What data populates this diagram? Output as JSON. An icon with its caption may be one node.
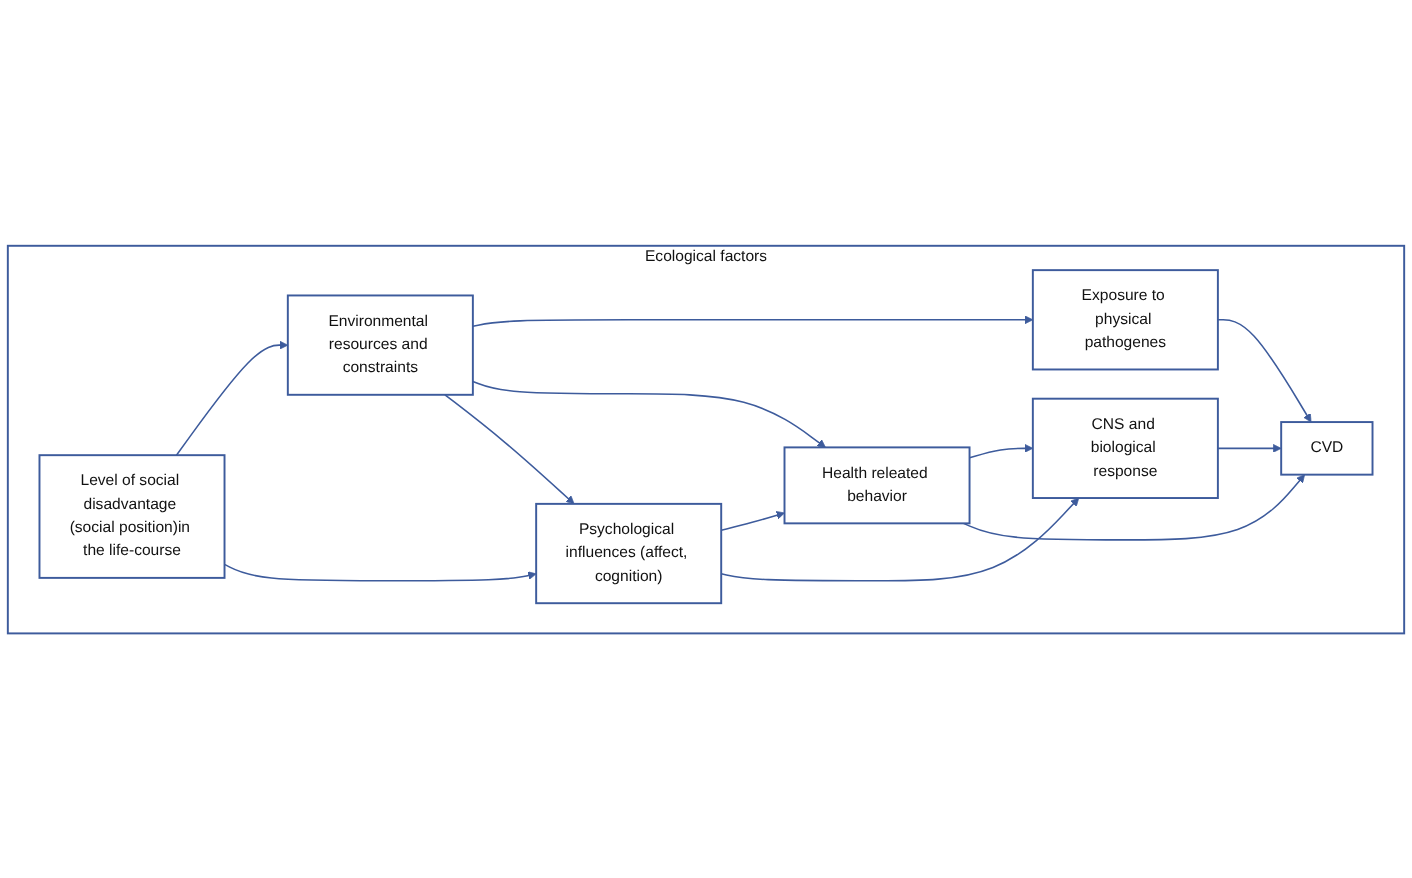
{
  "diagram": {
    "nodes": [
      {
        "text": [
          "Ecological factors"
        ]
      },
      {
        "text": [
          "Level of social disadvantage (social position)in the life-course"
        ],
        "in": 0
      },
      {
        "text": [
          "Environmental resources and constraints"
        ],
        "in": 0
      },
      {
        "text": [
          "Exposure to physical pathogenes"
        ],
        "in": 0
      },
      {
        "text": [
          "Psychological influences (affect, cognition)"
        ],
        "in": 0
      },
      {
        "text": [
          "Health releated behavior"
        ],
        "in": 0
      },
      {
        "text": [
          "CNS and biological response"
        ],
        "in": 0
      },
      {
        "text": [
          "CVD"
        ],
        "in": 0
      }
    ],
    "edges": [
      {
        "from": 1,
        "to": 2,
        "arrow": "to"
      },
      {
        "from": 1,
        "to": 4,
        "arrow": "to"
      },
      {
        "from": 2,
        "to": 3,
        "arrow": "to"
      },
      {
        "from": 2,
        "to": 5,
        "arrow": "to"
      },
      {
        "from": 2,
        "to": 4,
        "arrow": "to"
      },
      {
        "from": 4,
        "to": 5,
        "arrow": "to"
      },
      {
        "from": 4,
        "to": 6,
        "arrow": "to"
      },
      {
        "from": 5,
        "to": 6,
        "arrow": "to"
      },
      {
        "from": 3,
        "to": 7,
        "arrow": "to"
      },
      {
        "from": 5,
        "to": 7,
        "arrow": "to"
      },
      {
        "from": 6,
        "to": 7,
        "arrow": "to"
      }
    ]
  }
}
